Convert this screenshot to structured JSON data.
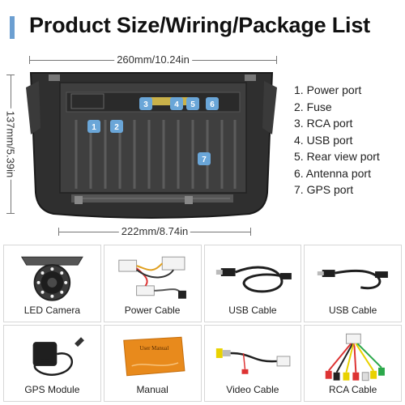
{
  "header": {
    "title": "Product Size/Wiring/Package List"
  },
  "dimensions": {
    "top_width": "260mm/10.24in",
    "bottom_width": "222mm/8.74in",
    "height": "137mm/5.39in"
  },
  "markers": [
    "1",
    "2",
    "3",
    "4",
    "5",
    "6",
    "7"
  ],
  "ports": [
    "1. Power port",
    "2. Fuse",
    "3. RCA port",
    "4. USB port",
    "5. Rear view port",
    "6. Antenna port",
    "7. GPS port"
  ],
  "package": [
    {
      "label": "LED Camera",
      "icon": "led-camera-icon"
    },
    {
      "label": "Power Cable",
      "icon": "power-cable-icon"
    },
    {
      "label": "USB Cable",
      "icon": "usb-cable-icon"
    },
    {
      "label": "USB Cable",
      "icon": "usb-cable-icon"
    },
    {
      "label": "GPS Module",
      "icon": "gps-module-icon"
    },
    {
      "label": "Manual",
      "icon": "manual-icon"
    },
    {
      "label": "Video Cable",
      "icon": "video-cable-icon"
    },
    {
      "label": "RCA Cable",
      "icon": "rca-cable-icon"
    }
  ],
  "manual_cover_text": "User Manual",
  "colors": {
    "accent_bar": "#6c9fd1",
    "marker": "#6aa6d8",
    "manual": "#e88a1c"
  }
}
